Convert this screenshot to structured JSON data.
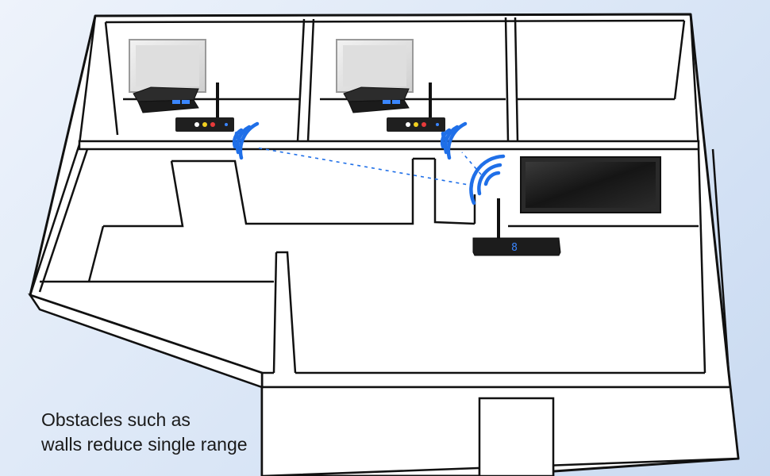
{
  "caption": {
    "line1": "Obstacles such as",
    "line2": "walls reduce single range"
  },
  "transmitter": {
    "display_digit": "8"
  },
  "colors": {
    "signal": "#1f6fe8",
    "wall_stroke": "#111111",
    "wall_fill": "#ffffff",
    "device": "#1c1c1c",
    "display": "#3a86ff"
  },
  "icons": {
    "receiver": "av-receiver-antenna-icon",
    "transmitter": "transmitter-box-icon",
    "signal": "wifi-wave-icon"
  }
}
